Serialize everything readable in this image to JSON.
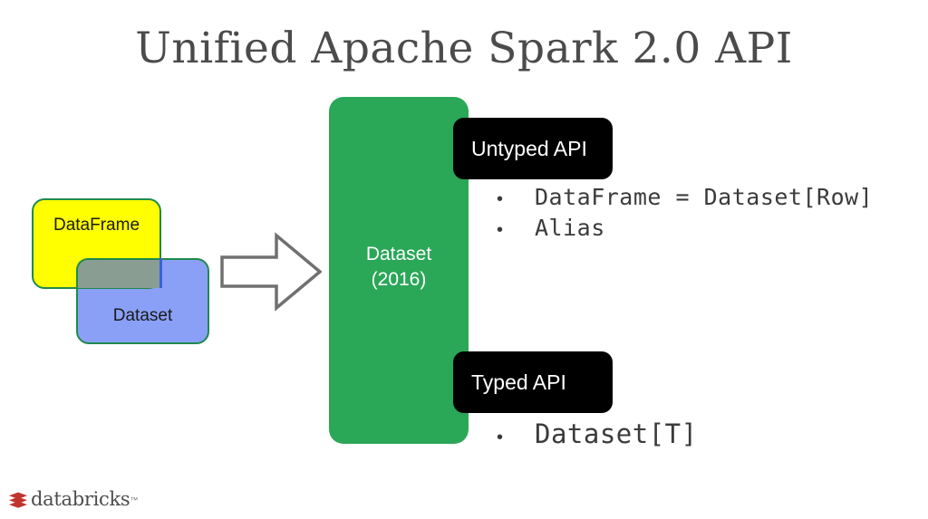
{
  "slide": {
    "title": "Unified Apache Spark 2.0 API",
    "background_color": "#ffffff",
    "title_color": "#4b4b4b"
  },
  "venn": {
    "dataframe": {
      "label": "DataFrame",
      "fill_color": "#ffff00",
      "border_color": "#1f8a4c"
    },
    "dataset": {
      "label": "Dataset",
      "fill_color": "#8aa0f7",
      "border_color": "#1f8a4c"
    },
    "overlap_color": "#8a9d93"
  },
  "arrow": {
    "name": "right-block-arrow",
    "stroke_color": "#707070",
    "fill_color": "#ffffff"
  },
  "dataset_column": {
    "label": "Dataset",
    "year": "(2016)",
    "fill_color": "#2aa757",
    "text_color": "#ffffff"
  },
  "api_sections": [
    {
      "pill_label": "Untyped API",
      "pill_color": "#000000",
      "pill_text_color": "#ffffff",
      "bullets": [
        "DataFrame = Dataset[Row]",
        "Alias"
      ]
    },
    {
      "pill_label": "Typed API",
      "pill_color": "#000000",
      "pill_text_color": "#ffffff",
      "bullets": [
        "Dataset[T]"
      ]
    }
  ],
  "bullet_glyph": "•",
  "footer": {
    "wordmark": "databricks",
    "trademark": "™",
    "logo_color": "#c1342d",
    "wordmark_color": "#4c4c4c"
  }
}
